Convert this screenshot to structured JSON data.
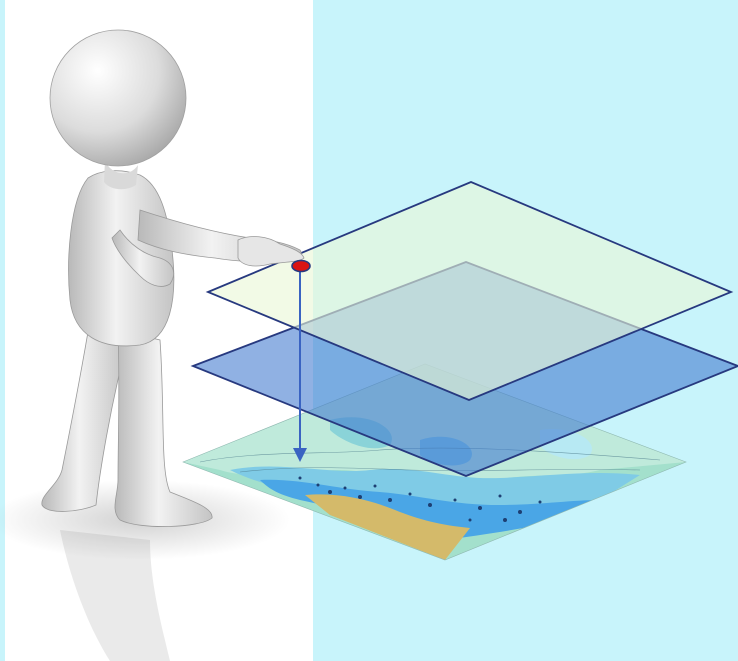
{
  "colors": {
    "page_background": "#c8f4fb",
    "left_panel": "#ffffff",
    "top_plane_fill": "#eaf7d6",
    "middle_plane_fill": "#3f78cf",
    "plane_outline": "#27397f",
    "pointer_marker": "#d91414",
    "projection_line": "#3a63c2",
    "map_water_shallow": "#9edcc8",
    "map_water_deep": "#53a9e8",
    "map_land": "#d1b96b"
  },
  "icons": {
    "figure": "3d-person-pointing-icon",
    "marker": "location-dot-icon",
    "arrow": "arrow-down-icon"
  },
  "layers": [
    "top-plane",
    "middle-plane",
    "nautical-chart-map"
  ]
}
